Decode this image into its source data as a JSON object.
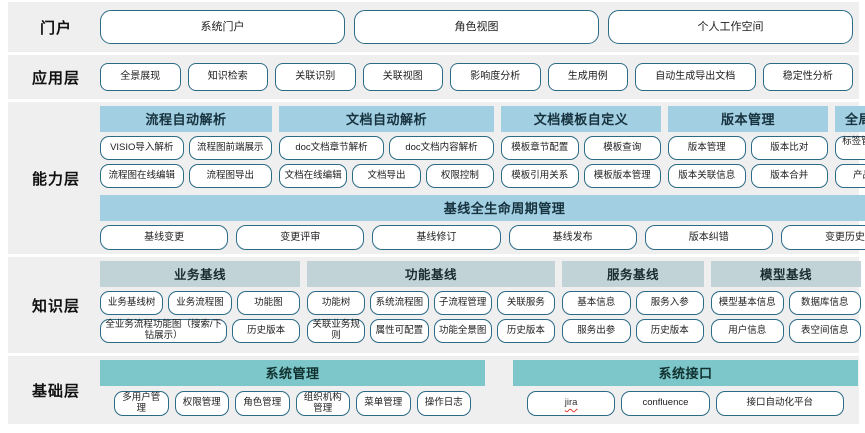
{
  "colors": {
    "row_bg": "#efefef",
    "pill_border": "#2b6b86",
    "cap_header": "#a3cfe2",
    "know_header": "#c2d3d8",
    "base_header": "#7dc6c9"
  },
  "rows": {
    "portal": {
      "label": "门户",
      "items": [
        "系统门户",
        "角色视图",
        "个人工作空间"
      ]
    },
    "application": {
      "label": "应用层",
      "items": [
        "全景展现",
        "知识检索",
        "关联识别",
        "关联视图",
        "影响度分析",
        "生成用例",
        "自动生成导出文档",
        "稳定性分析"
      ]
    },
    "capability": {
      "label": "能力层",
      "groups": [
        {
          "title": "流程自动解析",
          "rows": [
            [
              "VISIO导入解析",
              "流程图前端展示"
            ],
            [
              "流程图在线编辑",
              "流程图导出"
            ]
          ]
        },
        {
          "title": "文档自动解析",
          "rows": [
            [
              "doc文档章节解析",
              "doc文档内容解析"
            ],
            [
              "文档在线编辑",
              "文档导出",
              "权限控制"
            ]
          ]
        },
        {
          "title": "文档模板自定义",
          "rows": [
            [
              "模板章节配置",
              "模板查询"
            ],
            [
              "模板引用关系",
              "模板版本管理"
            ]
          ]
        },
        {
          "title": "版本管理",
          "rows": [
            [
              "版本管理",
              "版本比对"
            ],
            [
              "版本关联信息",
              "版本合并"
            ]
          ]
        },
        {
          "title": "全局配置",
          "rows": [
            [
              "标签管理/自定义"
            ],
            [
              "产品管理"
            ]
          ]
        }
      ],
      "lifecycle": {
        "title": "基线全生命周期管理",
        "items": [
          "基线变更",
          "变更评审",
          "基线修订",
          "基线发布",
          "版本纠错",
          "变更历史"
        ]
      }
    },
    "knowledge": {
      "label": "知识层",
      "groups": [
        {
          "title": "业务基线",
          "rows": [
            [
              "业务基线树",
              "业务流程图",
              "功能图"
            ],
            [
              "全业务流程功能图（搜索/下钻展示）",
              "历史版本"
            ]
          ]
        },
        {
          "title": "功能基线",
          "rows": [
            [
              "功能树",
              "系统流程图",
              "子流程管理",
              "关联服务"
            ],
            [
              "关联业务规则",
              "属性可配置",
              "功能全景图",
              "历史版本"
            ]
          ]
        },
        {
          "title": "服务基线",
          "rows": [
            [
              "基本信息",
              "服务入参"
            ],
            [
              "服务出参",
              "历史版本"
            ]
          ]
        },
        {
          "title": "模型基线",
          "rows": [
            [
              "模型基本信息",
              "数据库信息"
            ],
            [
              "用户信息",
              "表空间信息"
            ]
          ]
        }
      ]
    },
    "base": {
      "label": "基础层",
      "groups": [
        {
          "title": "系统管理",
          "items": [
            "多用户管理",
            "权限管理",
            "角色管理",
            "组织机构管理",
            "菜单管理",
            "操作日志"
          ]
        },
        {
          "title": "系统接口",
          "items": [
            "jira",
            "confluence",
            "接口自动化平台"
          ]
        }
      ]
    }
  }
}
